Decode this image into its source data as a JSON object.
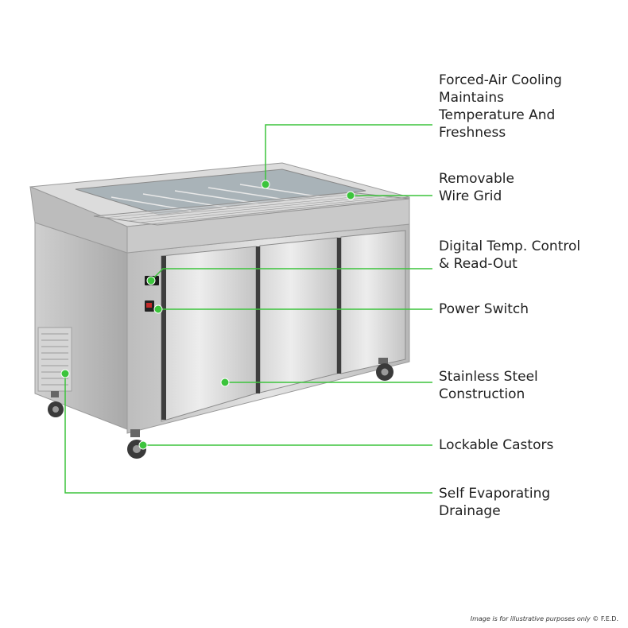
{
  "accent_color": "#3cc43c",
  "callouts": [
    {
      "lines": [
        "Forced-Air Cooling",
        "Maintains",
        "Temperature And",
        "Freshness"
      ]
    },
    {
      "lines": [
        "Removable",
        "Wire Grid"
      ]
    },
    {
      "lines": [
        "Digital Temp. Control",
        "& Read-Out"
      ]
    },
    {
      "lines": [
        "Power Switch"
      ]
    },
    {
      "lines": [
        "Stainless Steel",
        "Construction"
      ]
    },
    {
      "lines": [
        "Lockable Castors"
      ]
    },
    {
      "lines": [
        "Self Evaporating",
        "Drainage"
      ]
    }
  ],
  "disclaimer": {
    "italic": "Image is for illustrative purposes only",
    "plain": " © F.E.D."
  }
}
